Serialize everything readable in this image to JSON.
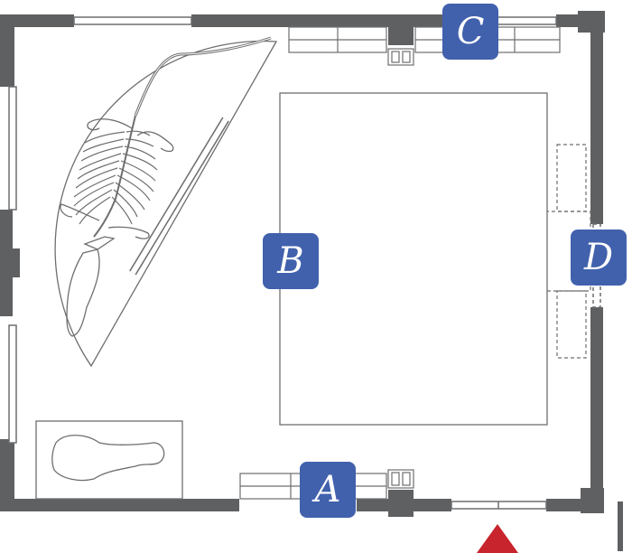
{
  "colors": {
    "wall": "#5f6062",
    "outline": "#6d6e70",
    "marker_bg": "#4161ad",
    "entrance": "#c8242d",
    "background": "#ffffff"
  },
  "markers": {
    "a": "A",
    "b": "B",
    "c": "C",
    "d": "D"
  },
  "icons": {
    "entrance": "entrance-arrow-icon"
  }
}
